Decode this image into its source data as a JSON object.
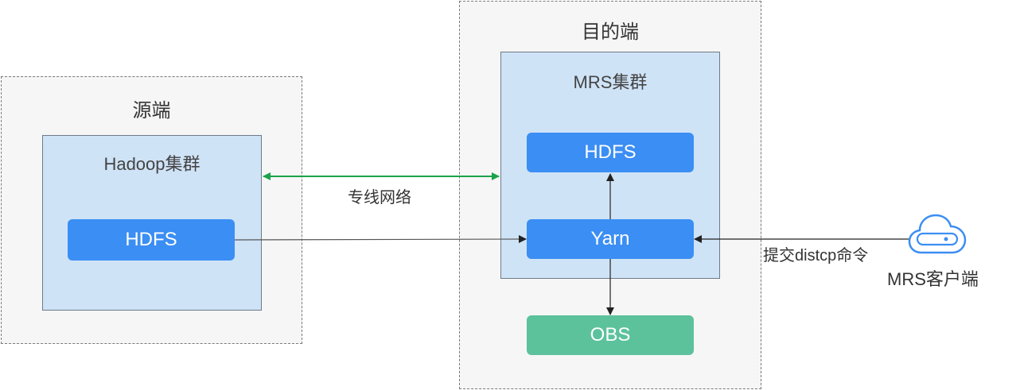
{
  "source": {
    "title": "源端",
    "cluster_title": "Hadoop集群",
    "hdfs_label": "HDFS"
  },
  "destination": {
    "title": "目的端",
    "cluster_title": "MRS集群",
    "hdfs_label": "HDFS",
    "yarn_label": "Yarn",
    "obs_label": "OBS"
  },
  "connections": {
    "network_label": "专线网络",
    "submit_label": "提交distcp命令"
  },
  "client": {
    "label": "MRS客户端",
    "icon": "cloud-client-icon"
  },
  "colors": {
    "node_blue": "#3b8ef3",
    "node_green": "#5cc29c",
    "cluster_fill": "#cfe3f7",
    "network_arrow": "#1aa34a"
  }
}
